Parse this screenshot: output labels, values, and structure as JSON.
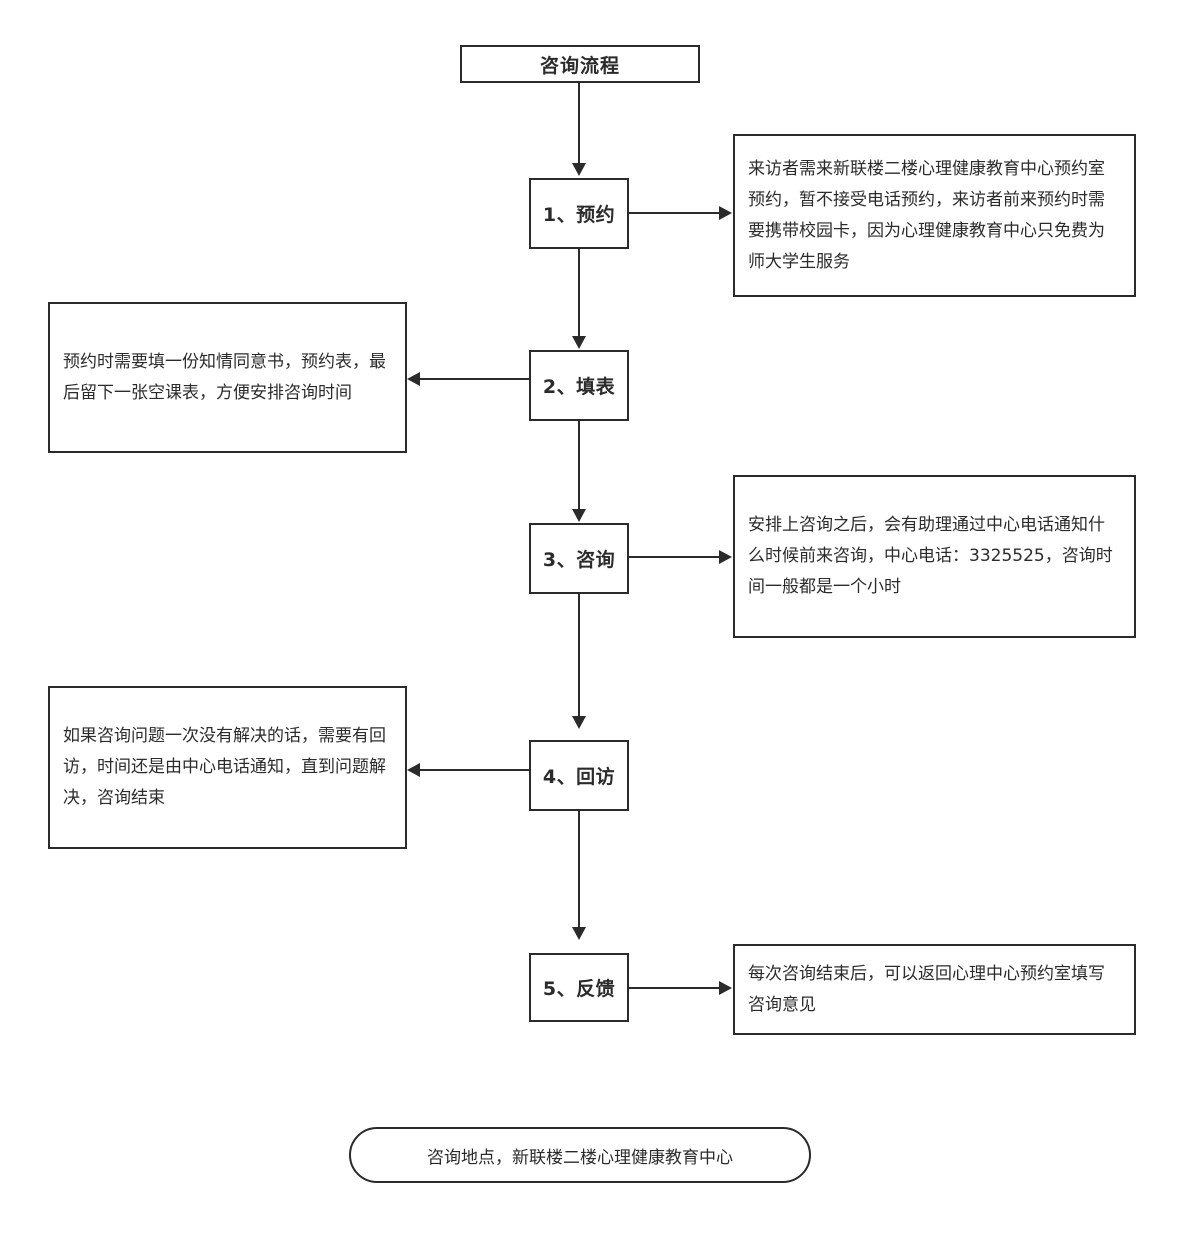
{
  "diagram": {
    "title": "咨询流程",
    "footer": "咨询地点，新联楼二楼心理健康教育中心",
    "steps": [
      {
        "label": "1、预约"
      },
      {
        "label": "2、填表"
      },
      {
        "label": "3、咨询"
      },
      {
        "label": "4、回访"
      },
      {
        "label": "5、反馈"
      }
    ],
    "notes": [
      {
        "side": "right",
        "for_step": "1、预约",
        "text": "来访者需来新联楼二楼心理健康教育中心预约室预约，暂不接受电话预约，来访者前来预约时需要携带校园卡，因为心理健康教育中心只免费为师大学生服务"
      },
      {
        "side": "left",
        "for_step": "2、填表",
        "text": "预约时需要填一份知情同意书，预约表，最后留下一张空课表，方便安排咨询时间"
      },
      {
        "side": "right",
        "for_step": "3、咨询",
        "text": "安排上咨询之后，会有助理通过中心电话通知什么时候前来咨询，中心电话：3325525，咨询时间一般都是一个小时"
      },
      {
        "side": "left",
        "for_step": "4、回访",
        "text": "如果咨询问题一次没有解决的话，需要有回访，时间还是由中心电话通知，直到问题解决，咨询结束"
      },
      {
        "side": "right",
        "for_step": "5、反馈",
        "text": "每次咨询结束后，可以返回心理中心预约室填写咨询意见"
      }
    ],
    "colors": {
      "stroke": "#2b2b2b",
      "background": "#ffffff",
      "text": "#2b2b2b"
    }
  }
}
